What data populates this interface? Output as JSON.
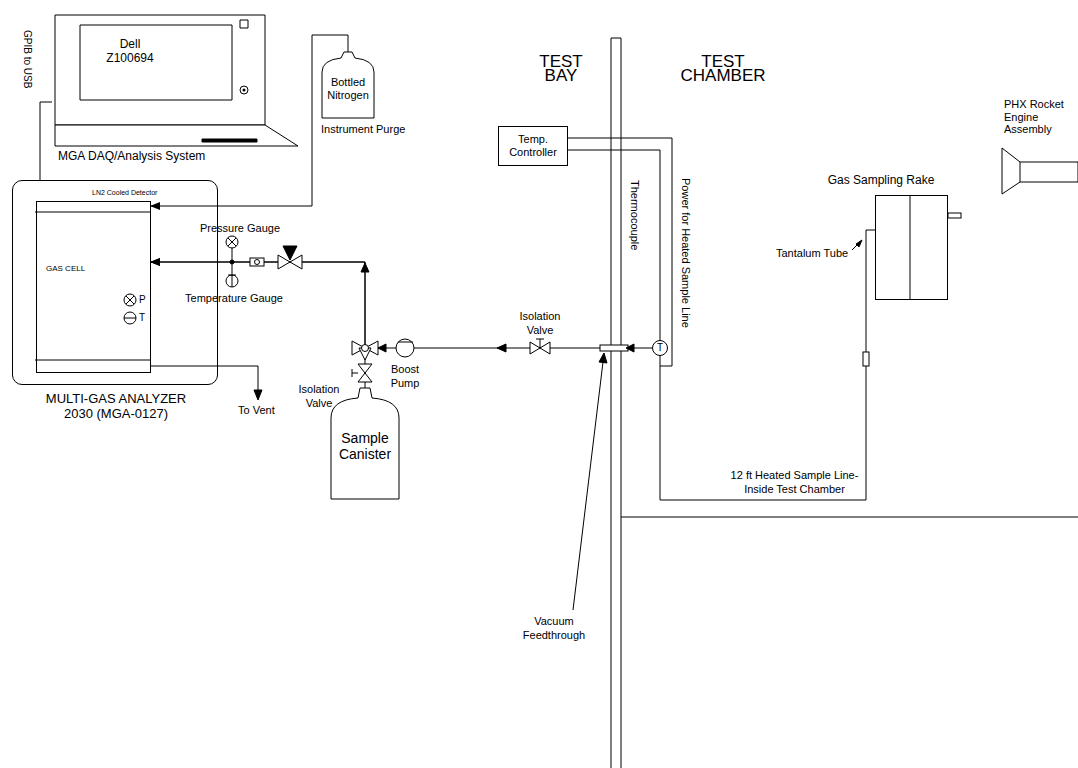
{
  "diagram": {
    "nodes": [
      {
        "text": [
          "Dell Z100694",
          "MGA DAQ/Analysis System"
        ]
      },
      {
        "text": [
          "MULTI-GAS ANALYZER 2030 (MGA-0127)"
        ]
      },
      {
        "text": [
          "GAS CELL"
        ],
        "in": 1
      },
      {
        "text": [
          "Bottled Nitrogen"
        ]
      },
      {
        "text": [
          "Sample Canister"
        ]
      },
      {
        "text": [
          "Temp. Controller"
        ]
      },
      {
        "text": [
          "Gas Sampling Rake"
        ]
      },
      {
        "text": [
          "PHX Rocket Engine Assembly"
        ]
      }
    ],
    "edges": [
      {
        "from": 0,
        "to": 1,
        "arrow": "none",
        "label": "GPIB to USB"
      },
      {
        "from": 3,
        "to": 2,
        "arrow": "to"
      },
      {
        "from": 6,
        "to": 2,
        "arrow": "to"
      },
      {
        "from": 4,
        "to": 2,
        "arrow": "to"
      }
    ],
    "labels": [
      "TEST BAY",
      "TEST CHAMBER",
      "LN2 Cooled Detector",
      "P",
      "T",
      "Pressure Gauge",
      "Temperature Gauge",
      "Instrument Purge",
      "To Vent",
      "Isolation Valve",
      "Boost Pump",
      "Isolation Valve",
      "Vacuum Feedthrough",
      "Thermocouple",
      "Power for Heated Sample Line",
      "T",
      "Tantalum Tube",
      "12 ft Heated Sample Line- Inside Test Chamber"
    ]
  }
}
